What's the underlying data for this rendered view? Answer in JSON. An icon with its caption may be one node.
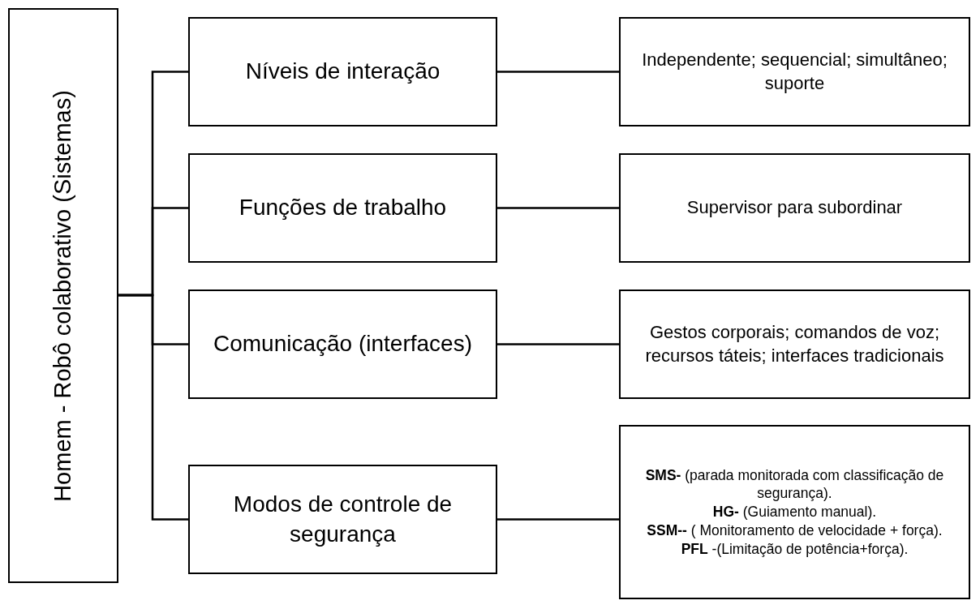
{
  "diagram": {
    "nodes": [
      {
        "text": [
          "Homem - Robô colaborativo (Sistemas)"
        ]
      },
      {
        "text": [
          "Níveis de interação"
        ]
      },
      {
        "text": [
          "Independente; sequencial; simultâneo; suporte"
        ]
      },
      {
        "text": [
          "Funções de trabalho"
        ]
      },
      {
        "text": [
          "Supervisor para subordinar"
        ]
      },
      {
        "text": [
          "Comunicação (interfaces)"
        ]
      },
      {
        "text": [
          "Gestos corporais; comandos de voz; recursos táteis; interfaces tradicionais"
        ]
      },
      {
        "text": [
          "Modos de controle de segurança"
        ]
      },
      {
        "text": [
          "**SMS-** (parada monitorada com classificação de segurança).",
          "**HG-** (Guiamento manual).",
          "**SSM--** ( Monitoramento de velocidade + força).",
          "**PFL** -(Limitação de potência+força)."
        ]
      }
    ],
    "edges": [
      {
        "from": 0,
        "to": 1,
        "arrow": "none"
      },
      {
        "from": 0,
        "to": 3,
        "arrow": "none"
      },
      {
        "from": 0,
        "to": 5,
        "arrow": "none"
      },
      {
        "from": 0,
        "to": 7,
        "arrow": "none"
      },
      {
        "from": 1,
        "to": 2,
        "arrow": "none"
      },
      {
        "from": 3,
        "to": 4,
        "arrow": "none"
      },
      {
        "from": 5,
        "to": 6,
        "arrow": "none"
      },
      {
        "from": 7,
        "to": 8,
        "arrow": "none"
      }
    ]
  }
}
